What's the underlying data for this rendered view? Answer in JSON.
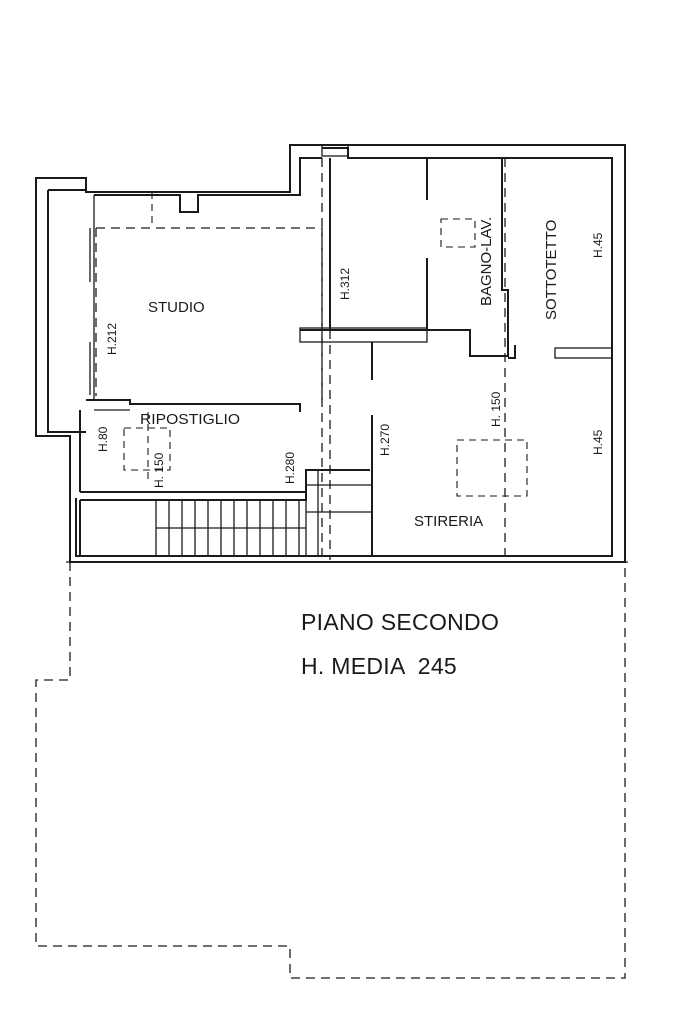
{
  "plan": {
    "title": "PIANO SECONDO",
    "subtitle": "H. MEDIA  245",
    "rooms": {
      "studio": "STUDIO",
      "ripostiglio": "RIPOSTIGLIO",
      "bagno": "BAGNO-LAV.",
      "sottotetto": "SOTTOTETTO",
      "stireria": "STIRERIA"
    },
    "heights": {
      "studio_left": "H.212",
      "center": "H.312",
      "sottotetto_top": "H.45",
      "ripostiglio_left": "H.80",
      "ripostiglio_mid": "H. 150",
      "ripostiglio_right": "H.280",
      "stireria_left": "H.270",
      "stireria_mid": "H. 150",
      "stireria_right": "H.45"
    }
  }
}
